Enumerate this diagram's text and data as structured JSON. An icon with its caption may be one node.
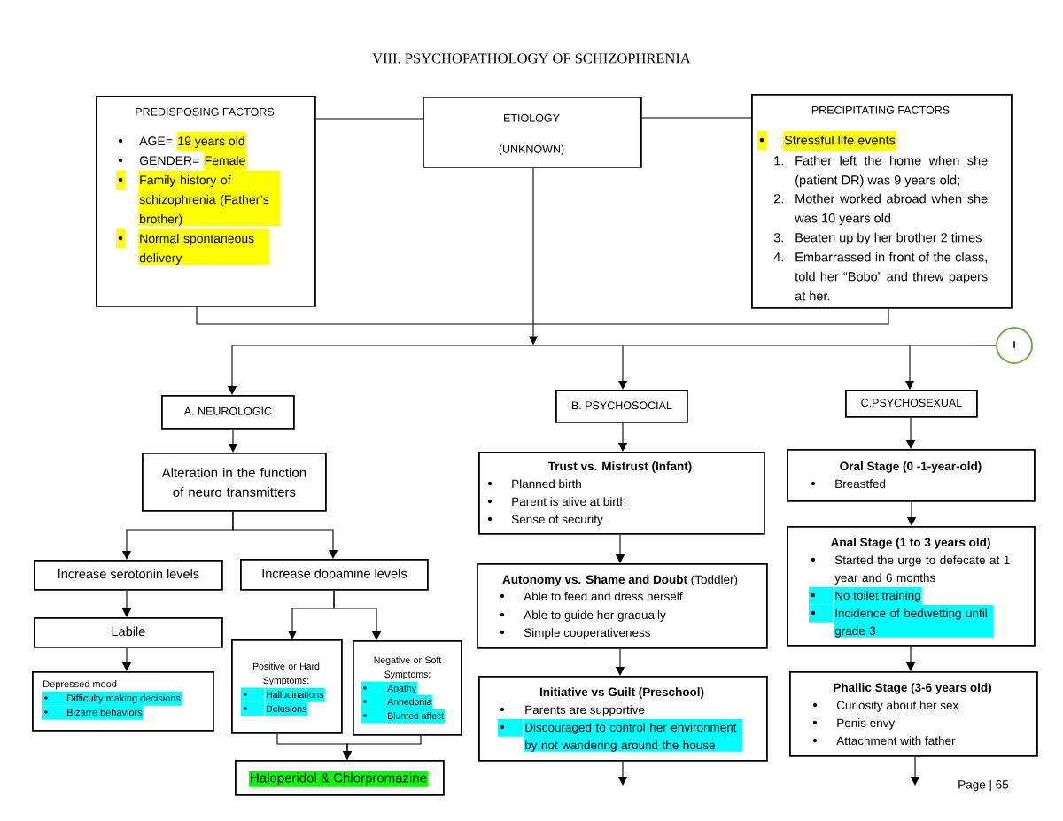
{
  "diagram": {
    "title": "VIII. PSYCHOPATHOLOGY OF SCHIZOPHRENIA",
    "nodes": [
      {
        "text": [
          "PREDISPOSING FACTORS",
          "AGE=",
          "19 years old",
          "GENDER=",
          "Female",
          "Family history of schizophrenia (Father’s brother)",
          "Normal spontaneous delivery"
        ]
      },
      {
        "text": [
          "ETIOLOGY",
          "(UNKNOWN)"
        ]
      },
      {
        "text": [
          "PRECIPITATING FACTORS",
          "Stressful life events",
          "1.",
          "Father left the home when she (patient DR) was 9 years old;",
          "2.",
          "Mother worked abroad when she was 10 years old",
          "3.",
          "Beaten up by her brother 2 times",
          "4.",
          "Embarrassed in front of the class, told her “Bobo” and threw papers at her."
        ]
      },
      {
        "text": [
          "I"
        ]
      },
      {
        "text": [],
        "shape": "bar"
      },
      {
        "text": [
          "A. NEUROLOGIC"
        ]
      },
      {
        "text": [
          "B. PSYCHOSOCIAL"
        ]
      },
      {
        "text": [
          "C.PSYCHOSEXUAL"
        ]
      },
      {
        "text": [
          "Alteration in the function of neuro transmitters"
        ]
      },
      {
        "text": [
          "Increase serotonin levels"
        ]
      },
      {
        "text": [
          "Increase dopamine levels"
        ]
      },
      {
        "text": [
          "Labile"
        ]
      },
      {
        "text": [
          "Depressed mood",
          "Difficulty making decisions",
          "Bizarre behaviors"
        ]
      },
      {
        "text": [
          "Positive or Hard Symptoms:",
          "Hallucinations",
          "Delusions"
        ]
      },
      {
        "text": [
          "Negative or Soft Symptoms:",
          "Apathy",
          "Anhedonia",
          "Blunted affect"
        ]
      },
      {
        "text": [
          "Haloperidol & Chlorpromazine"
        ]
      },
      {
        "text": [
          "Trust vs. Mistrust (Infant)",
          "Planned birth",
          "Parent is alive at birth",
          "Sense of security"
        ]
      },
      {
        "text": [
          "**Autonomy vs. Shame and Doubt** (Toddler)",
          "Able to feed and dress herself",
          "Able to guide her gradually",
          "Simple cooperativeness"
        ]
      },
      {
        "text": [
          "Initiative vs Guilt (Preschool)",
          "Parents are supportive",
          "Discouraged to control her environment by not wandering around the house"
        ]
      },
      {
        "text": [
          "Oral Stage (0 -1-year-old)",
          "Breastfed"
        ]
      },
      {
        "text": [
          "Anal Stage (1 to 3 years old)",
          "Started the urge to defecate at 1 year and 6 months",
          "No toilet training",
          "Incidence of bedwetting until grade 3"
        ]
      },
      {
        "text": [
          "Phallic Stage (3-6 years old)",
          "Curiosity about her sex",
          "Penis envy",
          "Attachment with father"
        ]
      }
    ],
    "edges": [
      {
        "from": 0,
        "to": 1,
        "arrow": "none"
      },
      {
        "from": 1,
        "to": 2,
        "arrow": "none"
      },
      {
        "from": 0,
        "to": 2,
        "arrow": "none"
      },
      {
        "from": 1,
        "to": 4,
        "arrow": "to"
      },
      {
        "from": 3,
        "to": 4,
        "arrow": "none"
      },
      {
        "from": 4,
        "to": 5,
        "arrow": "to"
      },
      {
        "from": 4,
        "to": 6,
        "arrow": "to"
      },
      {
        "from": 4,
        "to": 7,
        "arrow": "to"
      },
      {
        "from": 5,
        "to": 8,
        "arrow": "to"
      },
      {
        "from": 8,
        "to": 9,
        "arrow": "to"
      },
      {
        "from": 8,
        "to": 10,
        "arrow": "to"
      },
      {
        "from": 9,
        "to": 11,
        "arrow": "to"
      },
      {
        "from": 11,
        "to": 12,
        "arrow": "to"
      },
      {
        "from": 10,
        "to": 13,
        "arrow": "to"
      },
      {
        "from": 10,
        "to": 14,
        "arrow": "to"
      },
      {
        "from": 13,
        "to": 15,
        "arrow": "to"
      },
      {
        "from": 14,
        "to": 15,
        "arrow": "to"
      },
      {
        "from": 6,
        "to": 16,
        "arrow": "to"
      },
      {
        "from": 16,
        "to": 17,
        "arrow": "to"
      },
      {
        "from": 17,
        "to": 18,
        "arrow": "to"
      },
      {
        "from": 18,
        "to": null,
        "arrow": "to"
      },
      {
        "from": 7,
        "to": 19,
        "arrow": "to"
      },
      {
        "from": 19,
        "to": 20,
        "arrow": "to"
      },
      {
        "from": 20,
        "to": 21,
        "arrow": "to"
      },
      {
        "from": 21,
        "to": null,
        "arrow": "to"
      }
    ],
    "labels": [
      "Page | 65"
    ]
  }
}
